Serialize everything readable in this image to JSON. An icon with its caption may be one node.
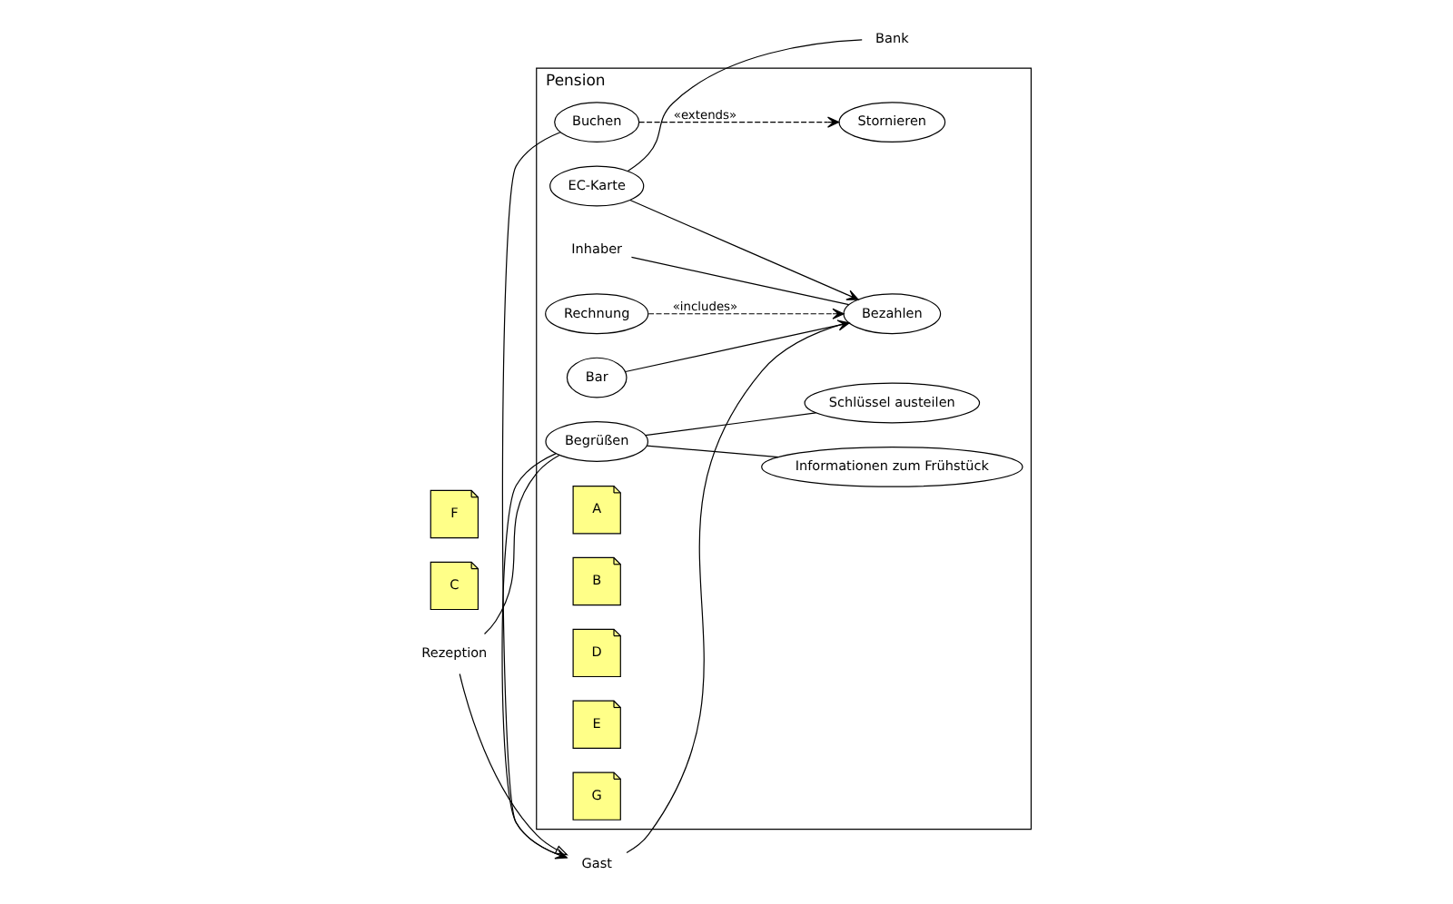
{
  "diagram": {
    "nodes": [
      {
        "text": [
          "Pension"
        ]
      },
      {
        "text": [
          "Buchen"
        ],
        "in": 0
      },
      {
        "text": [
          "Stornieren"
        ],
        "in": 0
      },
      {
        "text": [
          "Bezahlen"
        ],
        "in": 0
      },
      {
        "text": [
          "Rechnung"
        ],
        "in": 0
      },
      {
        "text": [
          "Bar"
        ],
        "in": 0
      },
      {
        "text": [
          "EC-Karte"
        ],
        "in": 0
      },
      {
        "text": [
          "Begrüßen"
        ],
        "in": 0
      },
      {
        "text": [
          "Schlüssel austeilen"
        ],
        "in": 0
      },
      {
        "text": [
          "Informationen zum Frühstück"
        ],
        "in": 0
      },
      {
        "text": [
          "Inhaber"
        ],
        "in": 0
      },
      {
        "text": [
          "Gast"
        ]
      },
      {
        "text": [
          "Rezeption"
        ]
      },
      {
        "text": [
          "Bank"
        ]
      },
      {
        "text": [
          "A"
        ],
        "in": 0
      },
      {
        "text": [
          "B"
        ],
        "in": 0
      },
      {
        "text": [
          "C"
        ]
      },
      {
        "text": [
          "D"
        ],
        "in": 0
      },
      {
        "text": [
          "E"
        ],
        "in": 0
      },
      {
        "text": [
          "F"
        ]
      },
      {
        "text": [
          "G"
        ],
        "in": 0
      }
    ],
    "edges": [
      {
        "from": 11,
        "to": 1,
        "arrow": "none"
      },
      {
        "from": 11,
        "to": 3,
        "arrow": "none"
      },
      {
        "from": 1,
        "to": 2,
        "arrow": "to",
        "label": "«extends»",
        "style": "dashed"
      },
      {
        "from": 10,
        "to": 3,
        "arrow": "none"
      },
      {
        "from": 4,
        "to": 3,
        "arrow": "to",
        "label": "«includes»",
        "style": "dashed"
      },
      {
        "from": 5,
        "to": 3,
        "arrow": "to"
      },
      {
        "from": 6,
        "to": 3,
        "arrow": "to"
      },
      {
        "from": 6,
        "to": 13,
        "arrow": "none"
      },
      {
        "from": 7,
        "to": 11,
        "arrow": "to"
      },
      {
        "from": 12,
        "to": 11,
        "arrow": "to"
      },
      {
        "from": 12,
        "to": 7,
        "arrow": "none"
      },
      {
        "from": 7,
        "to": 8,
        "arrow": "none"
      },
      {
        "from": 7,
        "to": 9,
        "arrow": "none"
      }
    ]
  }
}
